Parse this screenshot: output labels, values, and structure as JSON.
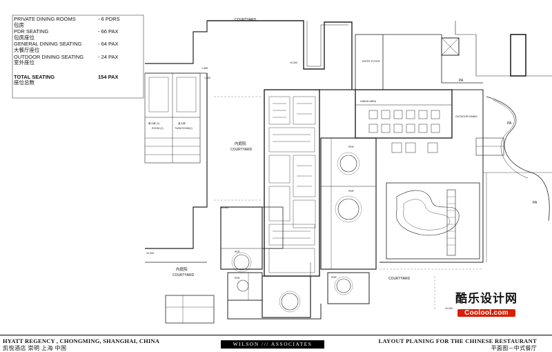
{
  "seating_summary": [
    {
      "label": "PRIVATE DINING ROOMS",
      "value": "- 6 PDRS",
      "cn": "包房"
    },
    {
      "label": "PDR SEATING",
      "value": "- 66 PAX",
      "cn": "包房座位"
    },
    {
      "label": "GENERAL DINING SEATING",
      "value": "- 64 PAX",
      "cn": "大餐厅座位"
    },
    {
      "label": "OUTDOOR DINING SEATING",
      "value": "- 24 PAX",
      "cn": "室外座位"
    }
  ],
  "total": {
    "label": "TOTAL SEATING",
    "value": "154 PAX",
    "cn": "座位总数"
  },
  "plan_labels": {
    "courtyard_top": "COURTYARD",
    "courtyard_mid_cn": "内庭院",
    "courtyard_mid": "COURTYARD",
    "courtyard_left_cn": "内庭院",
    "courtyard_left": "COURTYARD",
    "courtyard_bottom": "COURTYARD",
    "dining_area": "DINING AREA",
    "outdoor_dining": "OUTDOOR DINING",
    "entry_foyer": "ENTRY FOYER",
    "pdr_1": "PDR",
    "pdr_2": "PDR",
    "pdr_3": "PDR",
    "pdr_4": "PDR",
    "pdr_5": "PDR",
    "pa_1": "PA",
    "pa_2": "PA",
    "pa_3": "PA",
    "level_1": "±0.000",
    "level_2": "±0.000",
    "level_3": "±0.000",
    "level_4": "±0.000",
    "level_5": "1.465",
    "level_6": "1.500",
    "room_single": "单人房 (1)",
    "room_double": "双人房",
    "room_en_1": "ROOM (1)",
    "room_en_2": "TWIN ROOM(1)"
  },
  "footer": {
    "project_en": "HYATT REGENCY , CHONGMING, SHANGHAI, CHINA",
    "project_cn": "凯悦酒店 崇明 上海 中国",
    "firm_left": "WILSON",
    "firm_right": "ASSOCIATES",
    "drawing_title": "LAYOUT PLANING FOR THE CHINESE RESTAURANT",
    "drawing_title_cn": "平面图－中式餐厅"
  },
  "watermark": {
    "cn": "酷乐设计网",
    "en": "Coolool.com"
  }
}
